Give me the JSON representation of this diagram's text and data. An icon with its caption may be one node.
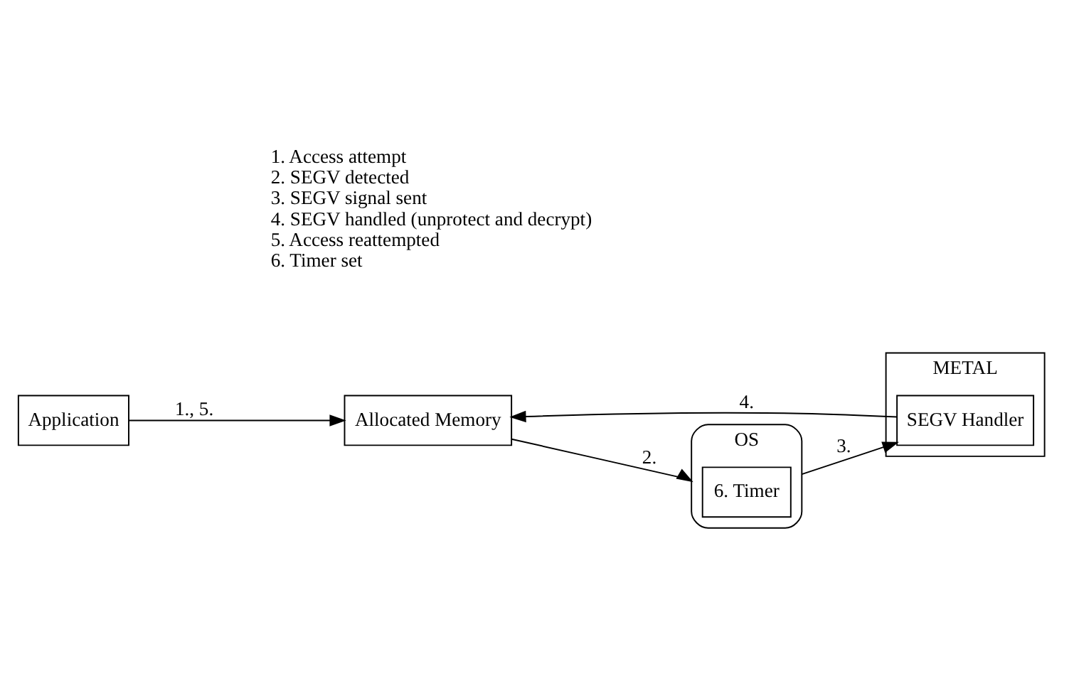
{
  "diagram": {
    "nodes": [
      {
        "text": [
          "Application"
        ]
      },
      {
        "text": [
          "METAL"
        ]
      },
      {
        "text": [
          "SEGV Handler"
        ],
        "in": 1
      },
      {
        "text": [
          "Allocated Memory"
        ]
      },
      {
        "text": [
          "OS"
        ]
      },
      {
        "text": [
          "6. Timer"
        ],
        "in": 4
      }
    ],
    "edges": [
      {
        "from": 0,
        "to": 3,
        "arrow": "to",
        "label": "1., 5."
      },
      {
        "from": 2,
        "to": 3,
        "arrow": "to",
        "label": "4."
      },
      {
        "from": 3,
        "to": 4,
        "arrow": "to",
        "label": "2."
      },
      {
        "from": 4,
        "to": 2,
        "arrow": "to",
        "label": "3."
      }
    ],
    "labels": [
      "1. Access attempt",
      "2. SEGV detected",
      "3. SEGV signal sent",
      "4. SEGV handled (unprotect and decrypt)",
      "5. Access reattempted",
      "6. Timer set"
    ]
  }
}
